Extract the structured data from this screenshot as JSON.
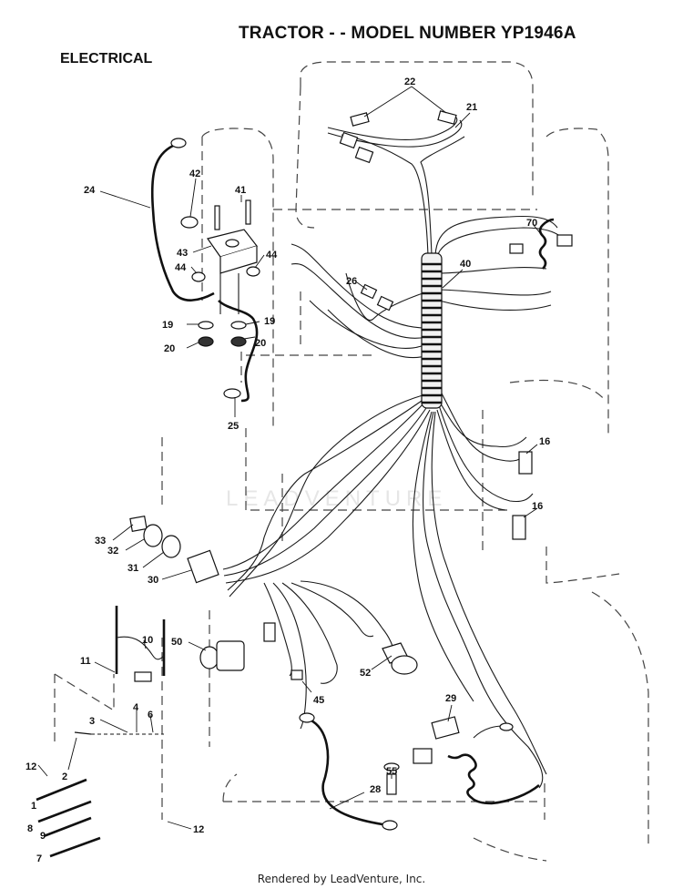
{
  "header": {
    "title": "TRACTOR - - MODEL NUMBER YP1946A",
    "section": "ELECTRICAL"
  },
  "watermark": "LEADVENTURE",
  "footer": "Rendered by LeadVenture, Inc.",
  "callouts": {
    "c1": "1",
    "c2": "2",
    "c3": "3",
    "c4": "4",
    "c6": "6",
    "c7": "7",
    "c8": "8",
    "c9": "9",
    "c10": "10",
    "c11": "11",
    "c12a": "12",
    "c12b": "12",
    "c16a": "16",
    "c16b": "16",
    "c19a": "19",
    "c19b": "19",
    "c20a": "20",
    "c20b": "20",
    "c21": "21",
    "c22": "22",
    "c24": "24",
    "c25": "25",
    "c26": "26",
    "c28": "28",
    "c29": "29",
    "c30": "30",
    "c31": "31",
    "c32": "32",
    "c33": "33",
    "c40": "40",
    "c41": "41",
    "c42": "42",
    "c43": "43",
    "c44a": "44",
    "c44b": "44",
    "c45": "45",
    "c50": "50",
    "c52": "52",
    "c55": "55",
    "c70": "70"
  }
}
